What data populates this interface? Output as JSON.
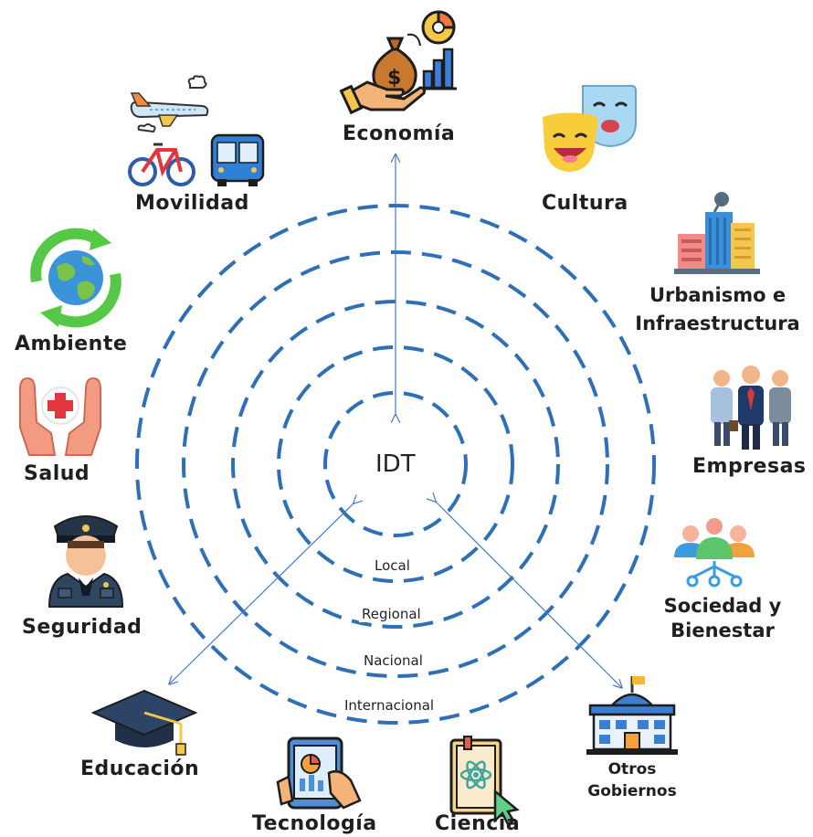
{
  "center": "IDT",
  "rings": [
    "Local",
    "Regional",
    "Nacional",
    "Internacional"
  ],
  "sectors": {
    "economia": "Economía",
    "cultura": "Cultura",
    "urbanismo_line1": "Urbanismo e",
    "urbanismo_line2": "Infraestructura",
    "empresas": "Empresas",
    "sociedad_line1": "Sociedad y",
    "sociedad_line2": "Bienestar",
    "otros_line1": "Otros",
    "otros_line2": "Gobiernos",
    "ciencia": "Ciencia",
    "tecnologia": "Tecnología",
    "educacion": "Educación",
    "seguridad": "Seguridad",
    "salud": "Salud",
    "ambiente": "Ambiente",
    "movilidad": "Movilidad"
  },
  "colors": {
    "ring": "#2e6fb5",
    "arrow": "#4a78c2"
  }
}
